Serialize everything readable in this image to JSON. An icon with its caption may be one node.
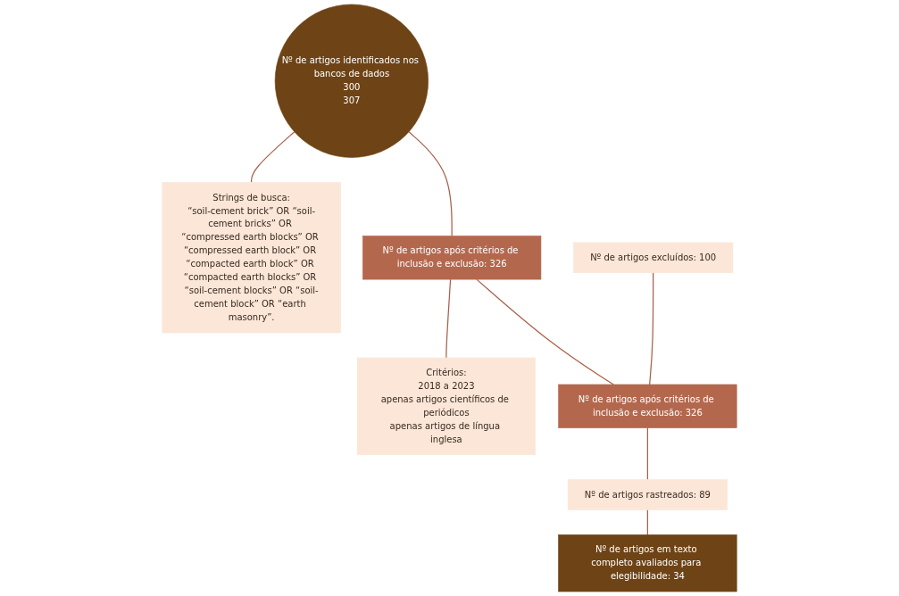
{
  "diagram": {
    "nodes": [
      {
        "text": [
          "Nº de artigos identificados nos bancos de dados",
          "300",
          "307"
        ]
      },
      {
        "text": [
          "Strings de busca:",
          "“soil-cement brick” OR “soil-cement bricks” OR “compressed earth blocks” OR “compressed earth block” OR “compacted earth block” OR “compacted earth blocks” OR “soil-cement blocks” OR “soil-cement block” OR “earth masonry”."
        ]
      },
      {
        "text": [
          "Nº de artigos após critérios de inclusão e exclusão: 326"
        ]
      },
      {
        "text": [
          "Critérios:",
          "2018 a 2023",
          "apenas artigos científicos de periódicos",
          "apenas artigos de língua inglesa"
        ]
      },
      {
        "text": [
          "Nº de artigos excluídos: 100"
        ]
      },
      {
        "text": [
          "Nº de artigos após critérios de inclusão e exclusão: 326"
        ]
      },
      {
        "text": [
          "Nº de artigos rastreados: 89"
        ]
      },
      {
        "text": [
          "Nº de artigos em texto completo avaliados para elegibilidade: 34"
        ]
      }
    ],
    "edges": [
      {
        "from": 0,
        "to": 1,
        "arrow": "none"
      },
      {
        "from": 0,
        "to": 2,
        "arrow": "none"
      },
      {
        "from": 2,
        "to": 3,
        "arrow": "none"
      },
      {
        "from": 2,
        "to": 5,
        "arrow": "none"
      },
      {
        "from": 4,
        "to": 5,
        "arrow": "none"
      },
      {
        "from": 5,
        "to": 6,
        "arrow": "none"
      },
      {
        "from": 6,
        "to": 7,
        "arrow": "none"
      }
    ]
  }
}
